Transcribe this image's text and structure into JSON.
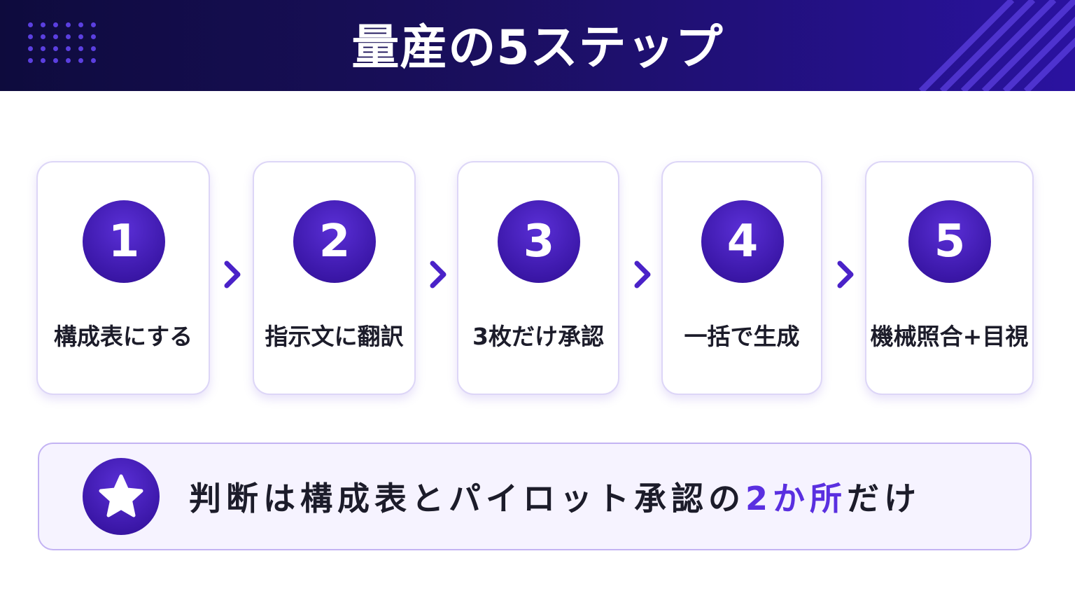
{
  "header": {
    "title": "量産の5ステップ"
  },
  "steps": [
    {
      "number": "1",
      "label": "構成表にする"
    },
    {
      "number": "2",
      "label": "指示文に翻訳"
    },
    {
      "number": "3",
      "label": "3枚だけ承認"
    },
    {
      "number": "4",
      "label": "一括で生成"
    },
    {
      "number": "5",
      "label": "機械照合+目視"
    }
  ],
  "note": {
    "text_before": "判断は構成表とパイロット承認の",
    "highlight": "2か所",
    "text_after": "だけ"
  },
  "colors": {
    "header_dark": "#0e0b3d",
    "accent": "#3b17a8",
    "highlight": "#5a2fe0",
    "card_border": "#ddd6f7",
    "note_bg": "#f6f3ff"
  },
  "icons": {
    "note_icon": "star-icon",
    "connector": "chevron-right-icon"
  }
}
